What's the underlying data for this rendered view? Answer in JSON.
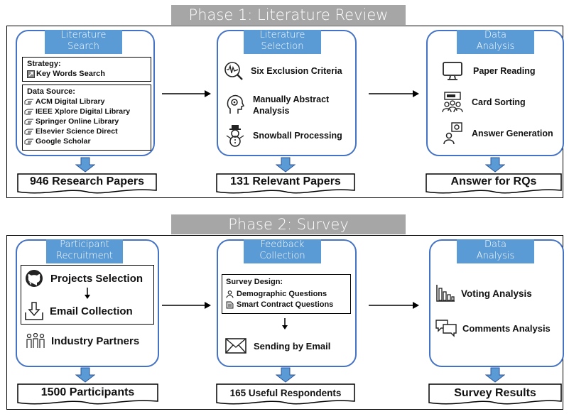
{
  "phase1": {
    "title": "Phase 1: Literature Review",
    "search": {
      "tab": [
        "Literature",
        "Search"
      ],
      "strategy_title": "Strategy:",
      "strategy_item": "Key Words Search",
      "source_title": "Data Source:",
      "sources": [
        "ACM Digital Library",
        "IEEE Xplore Digital Library",
        "Springer Online Library",
        "Elsevier Science Direct",
        "Google Scholar"
      ],
      "result": "946 Research Papers"
    },
    "selection": {
      "tab": [
        "Literature",
        "Selection"
      ],
      "items": [
        "Six Exclusion Criteria",
        "Manually Abstract",
        "Analysis",
        "Snowball Processing"
      ],
      "result": "131 Relevant Papers"
    },
    "analysis": {
      "tab": [
        "Data",
        "Analysis"
      ],
      "items": [
        "Paper Reading",
        "Card Sorting",
        "Answer Generation"
      ],
      "result": "Answer for RQs"
    }
  },
  "phase2": {
    "title": "Phase 2: Survey",
    "recruit": {
      "tab": [
        "Participant",
        "Recruitment"
      ],
      "items": [
        "Projects Selection",
        "Email Collection",
        "Industry Partners"
      ],
      "result": "1500 Participants"
    },
    "feedback": {
      "tab": [
        "Feedback",
        "Collection"
      ],
      "design_title": "Survey Design:",
      "design_items": [
        "Demographic Questions",
        "Smart Contract Questions"
      ],
      "send": "Sending by Email",
      "result": "165 Useful Respondents"
    },
    "analysis": {
      "tab": [
        "Data",
        "Analysis"
      ],
      "items": [
        "Voting Analysis",
        "Comments Analysis"
      ],
      "result": "Survey Results"
    }
  },
  "colors": {
    "card_border": "#4472c4",
    "tab_fill": "#5b9bd5",
    "phase_title": "#a6a6a6"
  }
}
